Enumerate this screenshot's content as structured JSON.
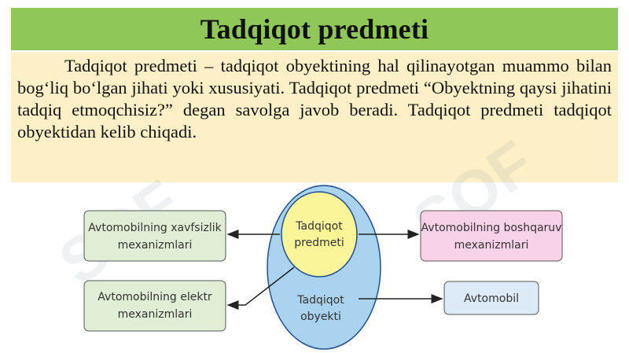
{
  "slide": {
    "title": "Tadqiqot predmeti",
    "body": "Tadqiqot predmeti –  tadqiqot obyektining hal qilinayotgan muammo bilan bog‘liq bo‘lgan jihati yoki xususiyati. Tadqiqot predmeti “Obyektning qaysi jihatini tadqiq etmoqchisiz?” degan savolga javob beradi. Tadqiqot predmeti tadqiqot obyektidan kelib chiqadi."
  },
  "watermark": {
    "text": "SOF"
  },
  "diagram": {
    "inner_circle": {
      "line1": "Tadqiqot",
      "line2": "predmeti"
    },
    "outer_circle": {
      "line1": "Tadqiqot",
      "line2": "obyekti"
    },
    "boxes": {
      "safety": {
        "line1": "Avtomobilning xavfsizlik",
        "line2": "mexanizmlari"
      },
      "electric": {
        "line1": "Avtomobilning elektr",
        "line2": "mexanizmlari"
      },
      "control": {
        "line1": "Avtomobilning boshqaruv",
        "line2": "mexanizmlari"
      },
      "car": {
        "line1": "Avtomobil"
      }
    },
    "colors": {
      "outer_circle": "#a9d3ee",
      "inner_circle": "#fbf59a",
      "green_box": "#e1eed6",
      "pink_box": "#f8d3e8",
      "blue_box": "#dcebf7"
    }
  }
}
